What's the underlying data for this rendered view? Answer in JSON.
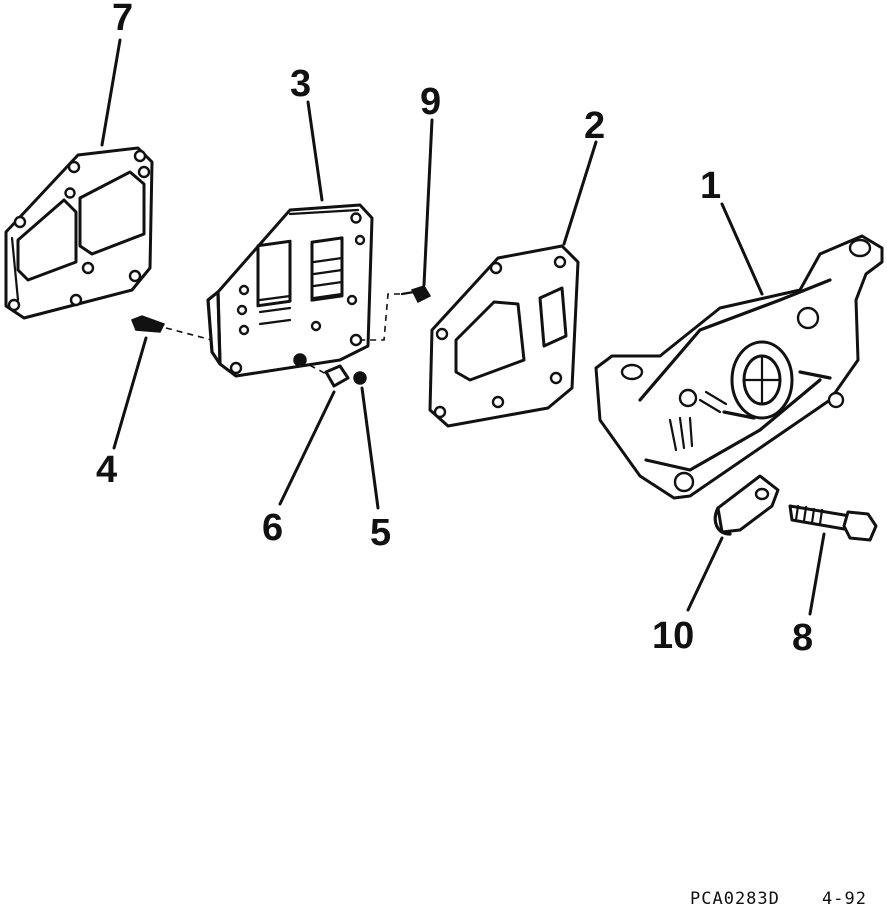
{
  "callouts": {
    "c1": "1",
    "c2": "2",
    "c3": "3",
    "c4": "4",
    "c5": "5",
    "c6": "6",
    "c7": "7",
    "c8": "8",
    "c9": "9",
    "c10": "10"
  },
  "footer": {
    "code": "PCA0283D",
    "page": "4-92"
  }
}
